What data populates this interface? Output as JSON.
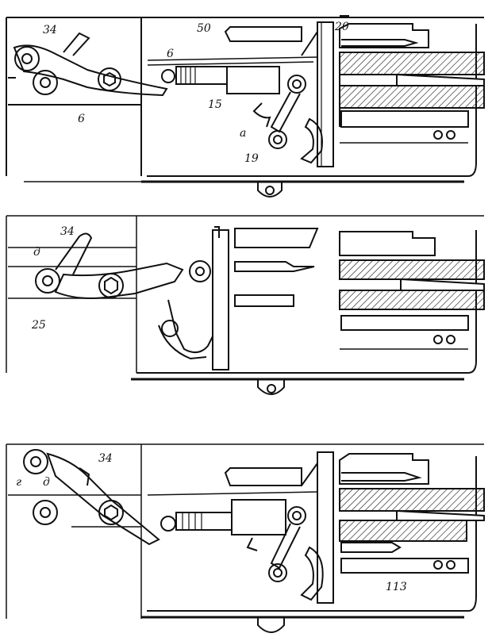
{
  "figure": {
    "panels": [
      {
        "id": "top",
        "labels": {
          "l34": "34",
          "l6a": "6",
          "l6b": "6",
          "l50": "50",
          "l20": "20",
          "l15": "15",
          "la": "a",
          "l19": "19"
        }
      },
      {
        "id": "middle",
        "labels": {
          "l34": "34",
          "ld": "д",
          "l25": "25"
        }
      },
      {
        "id": "bottom",
        "labels": {
          "l34": "34",
          "lz": "г",
          "ld": "д",
          "l113": "113"
        }
      }
    ]
  }
}
